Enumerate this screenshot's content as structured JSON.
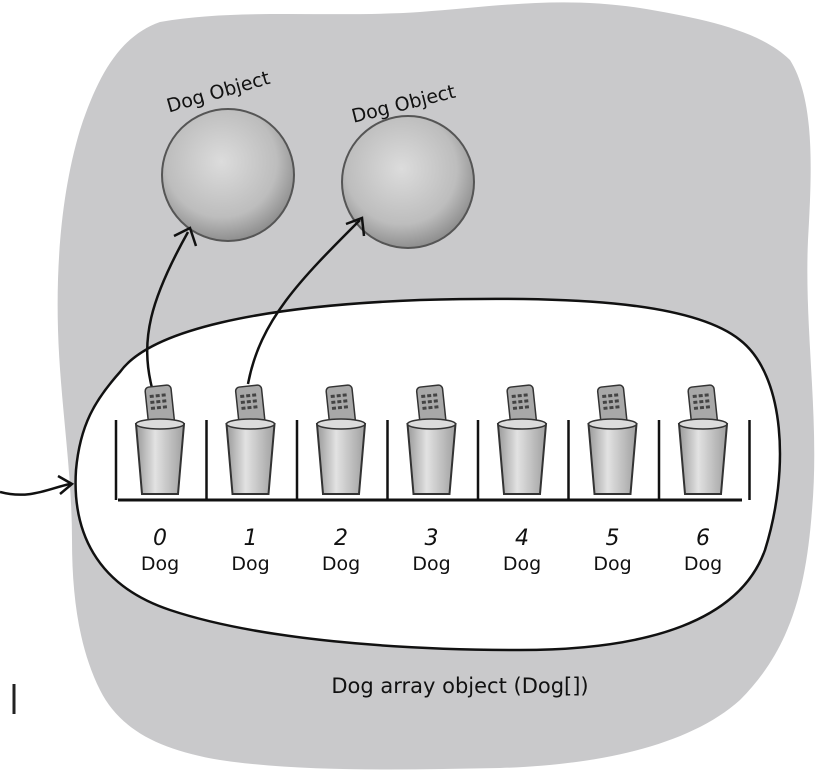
{
  "objects": [
    {
      "label": "Dog Object"
    },
    {
      "label": "Dog Object"
    }
  ],
  "array": {
    "caption": "Dog array object (Dog[])",
    "slots": [
      {
        "index": "0",
        "type": "Dog",
        "referenced": true
      },
      {
        "index": "1",
        "type": "Dog",
        "referenced": true
      },
      {
        "index": "2",
        "type": "Dog",
        "referenced": false
      },
      {
        "index": "3",
        "type": "Dog",
        "referenced": false
      },
      {
        "index": "4",
        "type": "Dog",
        "referenced": false
      },
      {
        "index": "5",
        "type": "Dog",
        "referenced": false
      },
      {
        "index": "6",
        "type": "Dog",
        "referenced": false
      }
    ]
  },
  "colors": {
    "heap": "#c9c9cb",
    "array_fill": "#ffffff",
    "ink": "#111111",
    "object_fill": "#bdbdbd",
    "cup_fill": "#cfcfcf",
    "remote_fill": "#a8a8a8"
  }
}
